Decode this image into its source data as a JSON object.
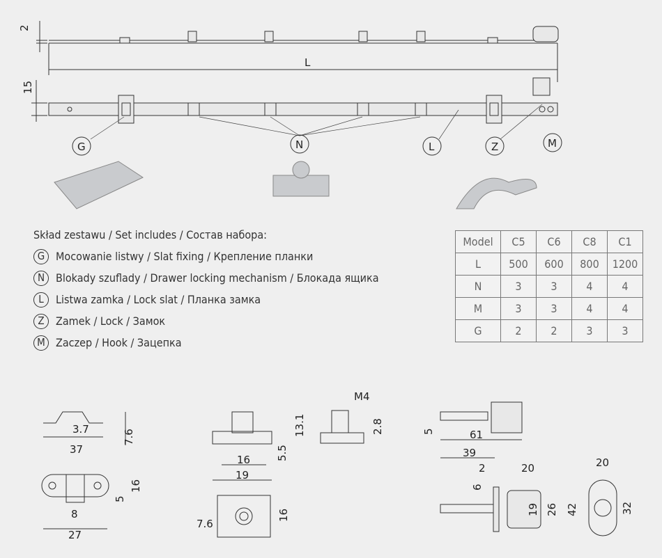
{
  "top_drawing": {
    "dims": {
      "thickness": "2",
      "height": "15",
      "length": "L"
    },
    "callouts": [
      "G",
      "N",
      "L",
      "Z",
      "M"
    ]
  },
  "legend": {
    "title": "Skład zestawu / Set includes / Состав набора:",
    "items": [
      {
        "key": "G",
        "text": "Mocowanie listwy / Slat fixing / Крепление планки"
      },
      {
        "key": "N",
        "text": "Blokady szuflady / Drawer locking mechanism / Блокада ящика"
      },
      {
        "key": "L",
        "text": "Listwa zamka / Lock slat / Планка замка"
      },
      {
        "key": "Z",
        "text": "Zamek / Lock / Замок"
      },
      {
        "key": "M",
        "text": "Zaczep  / Hook / Зацепка"
      }
    ]
  },
  "table": {
    "header": [
      "Model",
      "C5",
      "C6",
      "C8",
      "C1"
    ],
    "rows": [
      [
        "L",
        "500",
        "600",
        "800",
        "1200"
      ],
      [
        "N",
        "3",
        "3",
        "4",
        "4"
      ],
      [
        "M",
        "3",
        "3",
        "4",
        "4"
      ],
      [
        "G",
        "2",
        "2",
        "3",
        "3"
      ]
    ]
  },
  "hook_drawing": {
    "dims": [
      "3.7",
      "37",
      "7.6",
      "16",
      "5",
      "8",
      "27"
    ]
  },
  "block_drawing": {
    "dims": [
      "13.1",
      "5.5",
      "16",
      "19",
      "16",
      "7.6",
      "M4",
      "2.8"
    ]
  },
  "lock_drawing": {
    "dims": [
      "5",
      "61",
      "39",
      "2",
      "20",
      "6",
      "19",
      "26",
      "42",
      "20",
      "32"
    ]
  }
}
